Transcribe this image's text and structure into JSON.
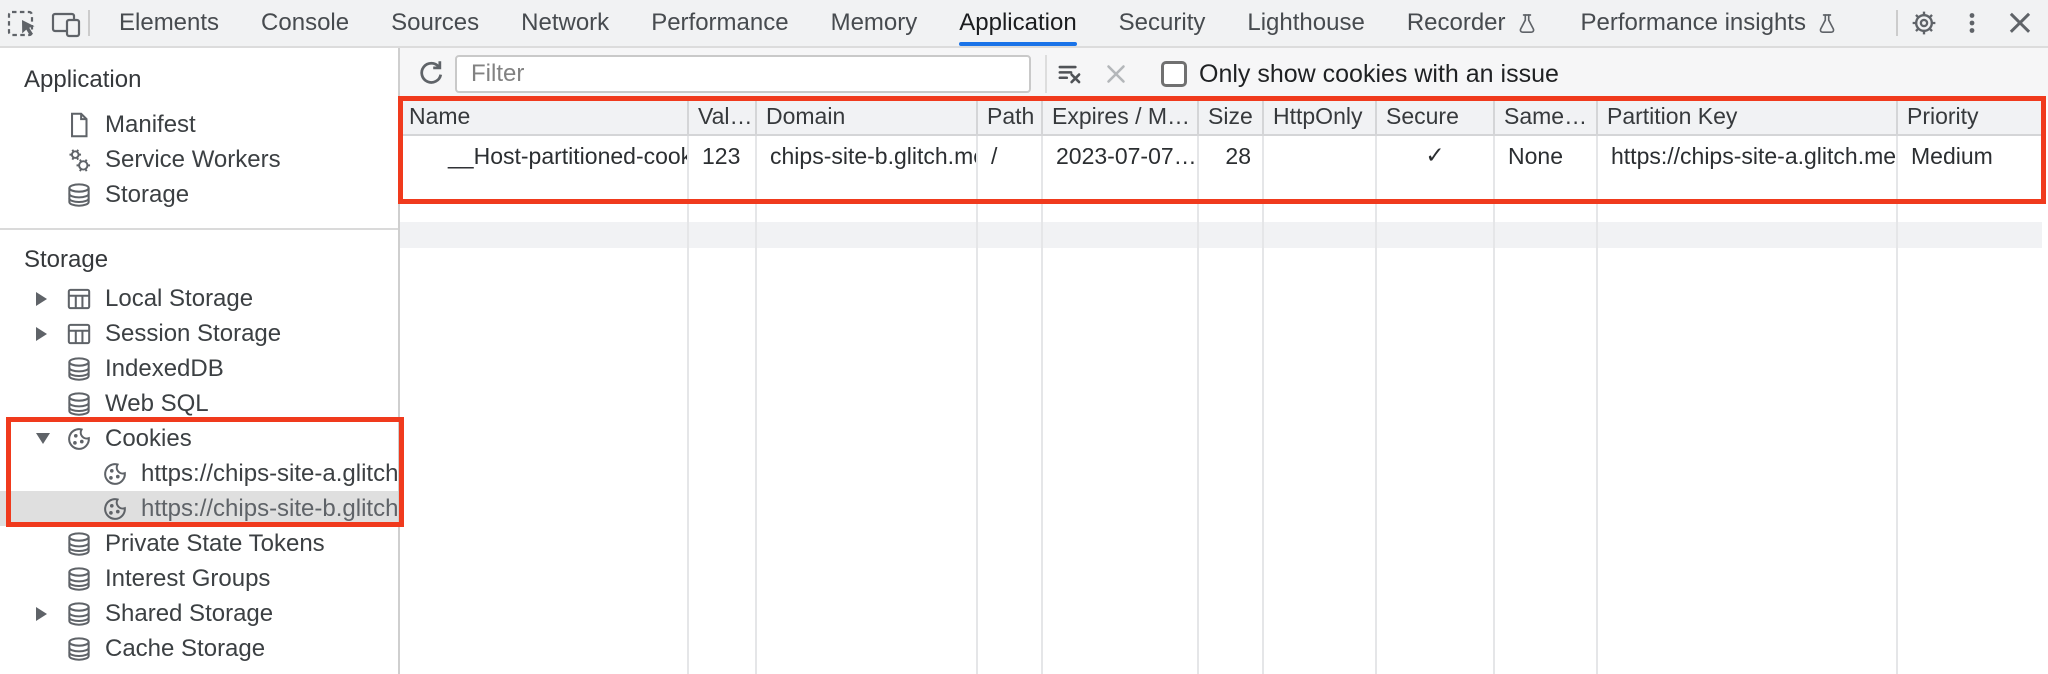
{
  "colors": {
    "accent_blue": "#1a73e8",
    "annotation_red": "#f03a1d",
    "selected_row_bg": "#dfdfdf",
    "toolbar_bg": "#f1f2f3"
  },
  "tabbar": {
    "active_tab": "Application",
    "tabs": [
      {
        "label": "Elements"
      },
      {
        "label": "Console"
      },
      {
        "label": "Sources"
      },
      {
        "label": "Network"
      },
      {
        "label": "Performance"
      },
      {
        "label": "Memory"
      },
      {
        "label": "Application"
      },
      {
        "label": "Security"
      },
      {
        "label": "Lighthouse"
      },
      {
        "label": "Recorder",
        "flask": true
      },
      {
        "label": "Performance insights",
        "flask": true
      }
    ],
    "left_icons": [
      "inspect-icon",
      "device-toolbar-icon"
    ],
    "right_icons": [
      "gear-icon",
      "kebab-menu-icon",
      "close-icon"
    ],
    "close_glyph": "×"
  },
  "sidebar": {
    "sections": [
      {
        "header": "Application",
        "items": [
          {
            "label": "Manifest",
            "icon": "document-icon"
          },
          {
            "label": "Service Workers",
            "icon": "service-workers-icon"
          },
          {
            "label": "Storage",
            "icon": "database-icon"
          }
        ]
      },
      {
        "header": "Storage",
        "items": [
          {
            "label": "Local Storage",
            "icon": "table-icon",
            "expander": "collapsed"
          },
          {
            "label": "Session Storage",
            "icon": "table-icon",
            "expander": "collapsed"
          },
          {
            "label": "IndexedDB",
            "icon": "database-icon"
          },
          {
            "label": "Web SQL",
            "icon": "database-icon"
          },
          {
            "label": "Cookies",
            "icon": "cookie-icon",
            "expander": "expanded",
            "children": [
              {
                "label": "https://chips-site-a.glitch.me",
                "icon": "cookie-icon",
                "selected": false
              },
              {
                "label": "https://chips-site-b.glitch.me",
                "icon": "cookie-icon",
                "selected": true
              }
            ]
          },
          {
            "label": "Private State Tokens",
            "icon": "database-icon"
          },
          {
            "label": "Interest Groups",
            "icon": "database-icon"
          },
          {
            "label": "Shared Storage",
            "icon": "database-icon",
            "expander": "collapsed"
          },
          {
            "label": "Cache Storage",
            "icon": "database-icon"
          }
        ]
      }
    ]
  },
  "toolbar": {
    "refresh_icon": "refresh-icon",
    "filter_placeholder": "Filter",
    "filter_value": "",
    "clear_filter_icon": "clear-filter-icon",
    "delete_icon": "x-icon-disabled",
    "checkbox_checked": false,
    "only_issue_label": "Only show cookies with an issue"
  },
  "cookie_table": {
    "columns": [
      "Name",
      "Value",
      "Domain",
      "Path",
      "Expires / M…",
      "Size",
      "HttpOnly",
      "Secure",
      "SameSite",
      "Partition Key",
      "Priority"
    ],
    "rows": [
      {
        "name": "__Host-partitioned-cookie",
        "value": "123",
        "domain": "chips-site-b.glitch.me",
        "path": "/",
        "expires": "2023-07-07…",
        "size": "28",
        "http_only": "",
        "secure": "✓",
        "same_site": "None",
        "partition_key": "https://chips-site-a.glitch.me",
        "priority": "Medium"
      }
    ]
  },
  "annotations": {
    "highlight_1": "red box around cookie table row",
    "highlight_2": "red box around Cookies tree section"
  }
}
